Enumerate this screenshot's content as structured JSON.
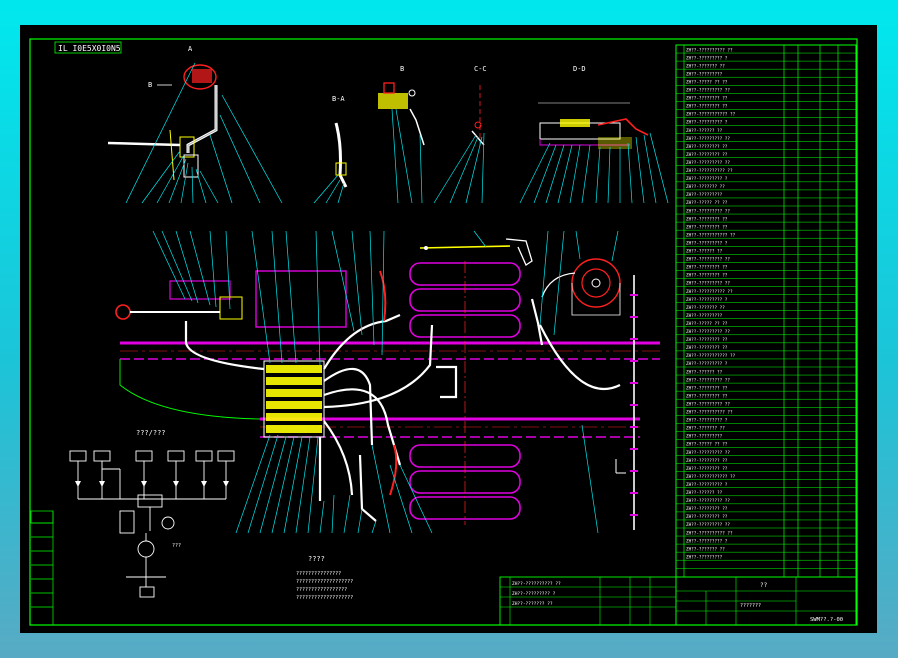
{
  "title_tag": "IL I0E5X0I0N5",
  "views": {
    "a": "A",
    "b": "B",
    "b_arrow": "B",
    "ba": "B-A",
    "cc": "C-C",
    "dd": "D-D"
  },
  "fluid_diagram": {
    "caption": "???/???",
    "pump_label": "???"
  },
  "notes": {
    "heading": "????",
    "lines": [
      "???????????????",
      "???????????????????",
      "?????????????????",
      "???????????????????"
    ]
  },
  "parts_table": {
    "rows": [
      "ZH??-?????????? ??",
      "ZH??-????????? ?",
      "ZH??-??????? ??",
      "ZH??-?????????",
      "ZH??-????? ?? ??",
      "ZH??-????????? ??",
      "ZH??-???????? ??",
      "ZH??-???????? ??",
      "ZH??-??????????? ??",
      "ZH??-????????? ?",
      "ZH??-?????? ??",
      "ZH??-????????? ??",
      "ZH??-???????? ??",
      "ZH??-???????? ??",
      "ZH??-????????? ??"
    ]
  },
  "title_block": {
    "cell_a": "??",
    "cell_b": "???????",
    "drawing_no": "SWM??.?-00"
  },
  "colors": {
    "frame": "#00ff00",
    "chassis": "#e000e0",
    "detail": "#ff2020",
    "yellow": "#ffff00",
    "white": "#ffffff",
    "cyan": "#00e8ee"
  }
}
